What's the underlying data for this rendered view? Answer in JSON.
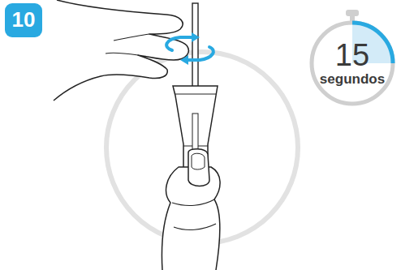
{
  "diagram": {
    "nodes": [
      {
        "text": [
          "10"
        ]
      },
      {
        "text": [
          "15",
          "segundos"
        ]
      }
    ]
  }
}
